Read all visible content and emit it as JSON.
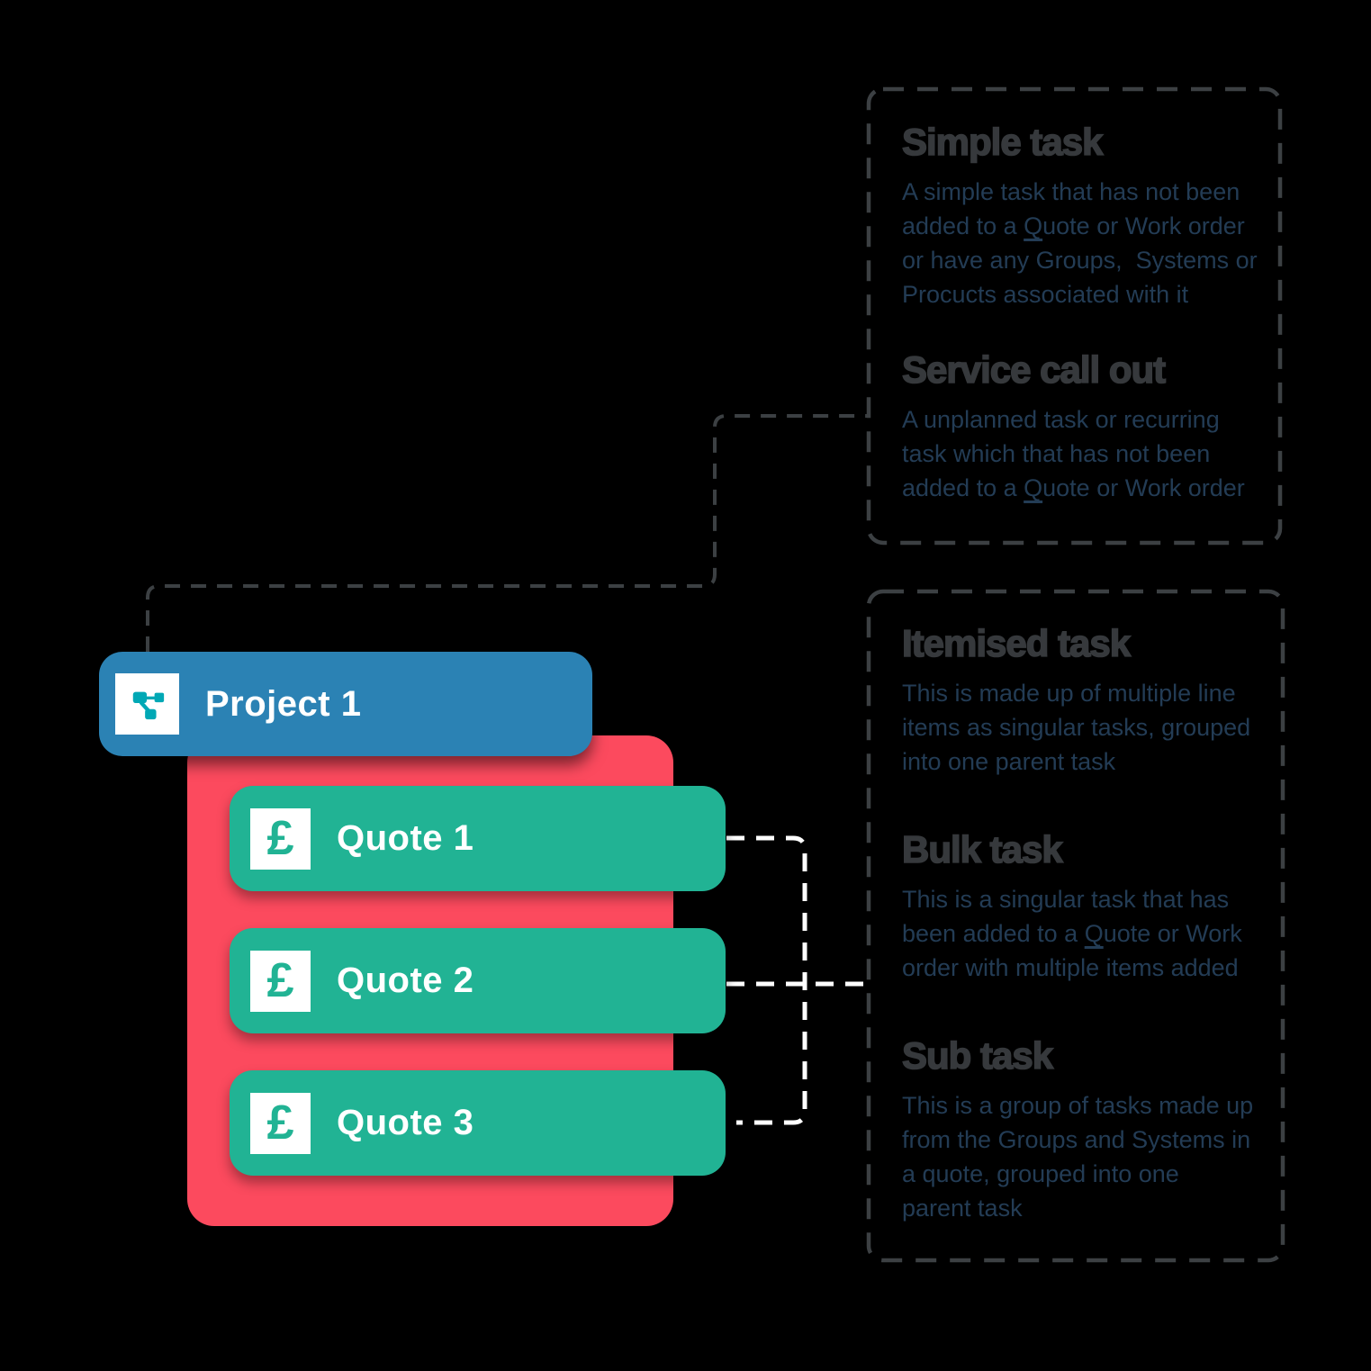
{
  "background": "#000000",
  "colors": {
    "background": "#000000",
    "blue": "#2B82B4",
    "red": "#FC4A5E",
    "green": "#21B394",
    "teal_icon": "#00A8B5",
    "heading": "#36393C",
    "body_text": "#233C55",
    "connector_gray": "#3C4043",
    "connector_white": "#FFFFFF",
    "tile_bg": "#FFFFFF"
  },
  "project": {
    "label": "Project 1",
    "icon": "workflow-icon"
  },
  "quotes": [
    {
      "label": "Quote 1",
      "symbol": "£"
    },
    {
      "label": "Quote 2",
      "symbol": "£"
    },
    {
      "label": "Quote 3",
      "symbol": "£"
    }
  ],
  "panels": [
    {
      "sections": [
        {
          "heading": "Simple task",
          "body": "A simple task that has not been\nadded to a Quote or Work order\nor have any Groups,  Systems or\nProcucts associated with it"
        },
        {
          "heading": "Service call out",
          "body": "A unplanned task or recurring\ntask which that has not been\nadded to a Quote or Work order"
        }
      ]
    },
    {
      "sections": [
        {
          "heading": "Itemised task",
          "body": "This is made up of multiple line\nitems as singular tasks, grouped\ninto one parent task"
        },
        {
          "heading": "Bulk task",
          "body": "This is a singular task that has\nbeen added to a Quote or Work\norder with multiple items added"
        },
        {
          "heading": "Sub task",
          "body": "This is a group of tasks made up\nfrom the Groups and Systems in\na quote, grouped into one\nparent task"
        }
      ]
    }
  ]
}
